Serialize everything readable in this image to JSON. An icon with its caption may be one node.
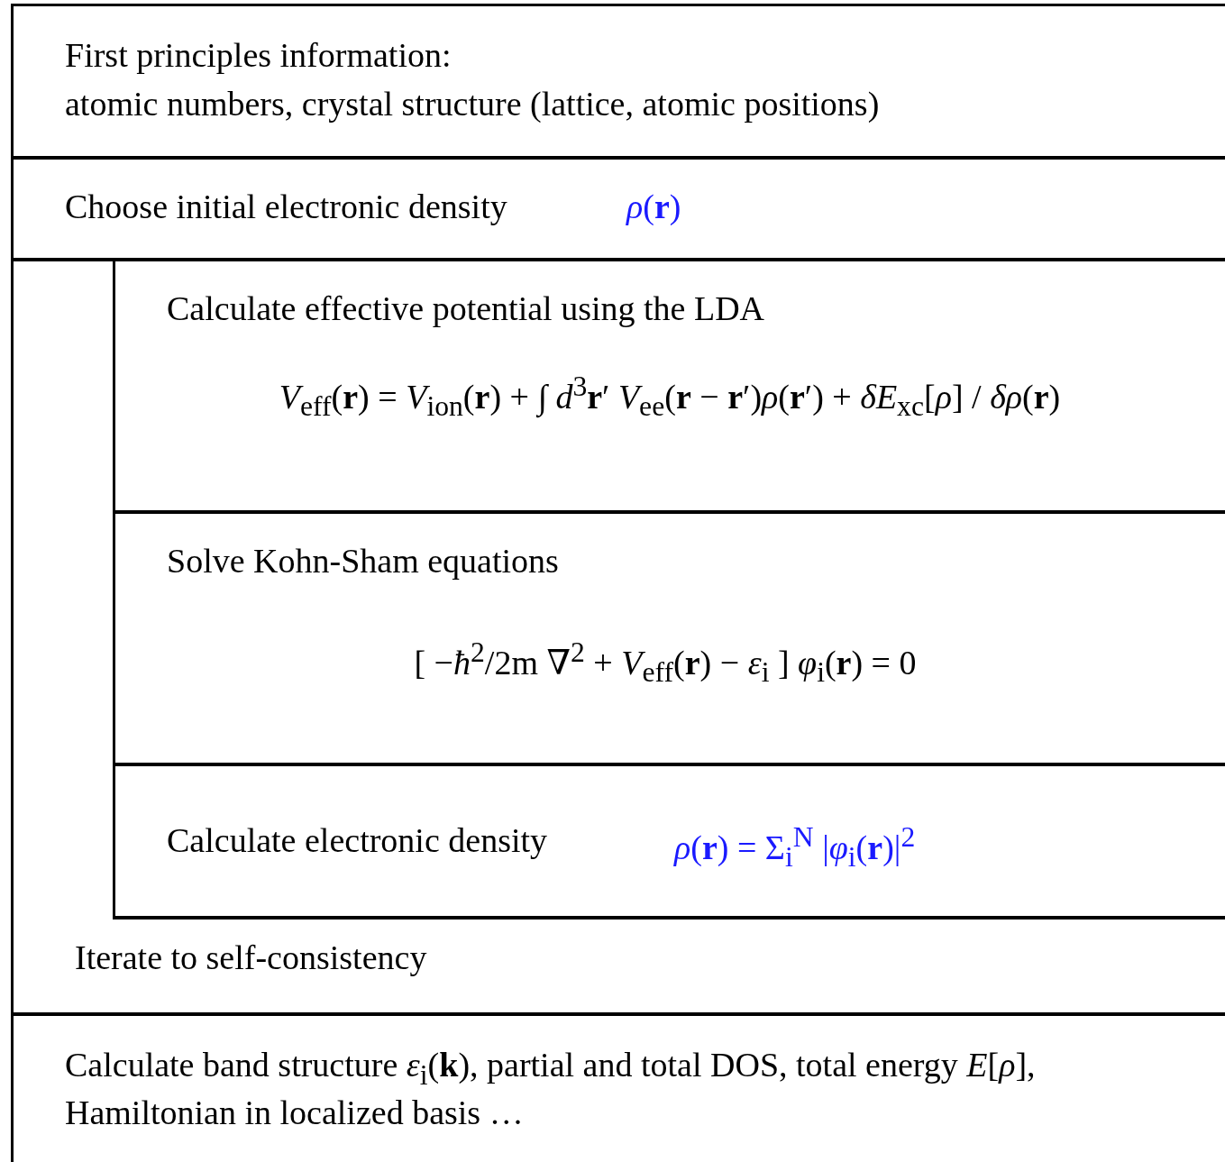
{
  "diagram": {
    "nodes": [
      {
        "text": [
          "First principles information:",
          "atomic numbers, crystal structure (lattice, atomic positions)"
        ]
      },
      {
        "text": [
          "Choose initial electronic density",
          "*ρ*(**r**)"
        ]
      },
      {
        "text": [
          "Iterate to self-consistency"
        ]
      },
      {
        "text": [
          "Calculate effective potential using the LDA",
          "*V*$_{eff}$(**r**) = *V*$_{ion}$(**r**) + ∫ *d*$^{3}$**r**′ *V*$_{ee}$(**r** − **r**′)*ρ*(**r**′) + *δE*$_{xc}$[*ρ*] / *δρ*(**r**)"
        ],
        "in": 2
      },
      {
        "text": [
          "Solve Kohn-Sham equations",
          "[ −*ħ*$^{2}$/2m ∇$^{2}$ + *V*$_{eff}$(**r**) − *ε*$_{i}$ ] *φ*$_{i}$(**r**) = 0"
        ],
        "in": 2
      },
      {
        "text": [
          "Calculate electronic density",
          "*ρ*(**r**) = Σ$_{i}$$^{N}$ |*φ*$_{i}$(**r**)|$^{2}$"
        ],
        "in": 2
      },
      {
        "text": [
          "Calculate band structure *ε*$_{i}$(**k**), partial and total DOS, total energy *E*[*ρ*], Hamiltonian in localized basis …"
        ]
      }
    ],
    "edges": []
  }
}
